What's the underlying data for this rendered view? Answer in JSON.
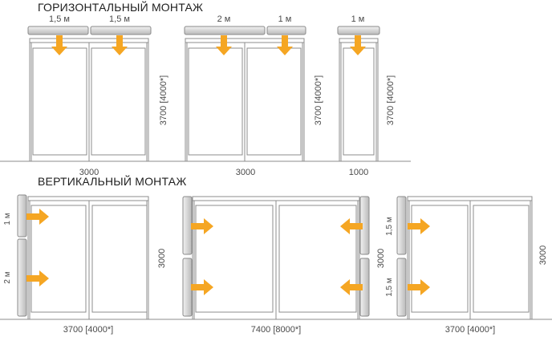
{
  "colors": {
    "frame": "#8c8c8c",
    "arrow": "#f5a623",
    "unit_light": "#f2f2f2",
    "unit_dark": "#b9b9b9",
    "text": "#4a4a4a"
  },
  "horizontal": {
    "title": "ГОРИЗОНТАЛЬНЫЙ МОНТАЖ",
    "groups": [
      {
        "units": [
          "1,5 м",
          "1,5 м"
        ],
        "width_label": "3000",
        "height_label": "3700 [4000*]"
      },
      {
        "units": [
          "2 м",
          "1 м"
        ],
        "width_label": "3000",
        "height_label": "3700 [4000*]"
      },
      {
        "units": [
          "1 м"
        ],
        "width_label": "1000",
        "height_label": "3700 [4000*]"
      }
    ]
  },
  "vertical": {
    "title": "ВЕРТИКАЛЬНЫЙ МОНТАЖ",
    "groups": [
      {
        "units": [
          "1 м",
          "2 м"
        ],
        "width_label": "3700 [4000*]",
        "height_label": "3000"
      },
      {
        "units": [],
        "width_label": "7400 [8000*]",
        "height_label": "3000"
      },
      {
        "units": [
          "1,5 м",
          "1,5 м"
        ],
        "width_label": "3700 [4000*]",
        "height_label": "3000"
      }
    ]
  }
}
